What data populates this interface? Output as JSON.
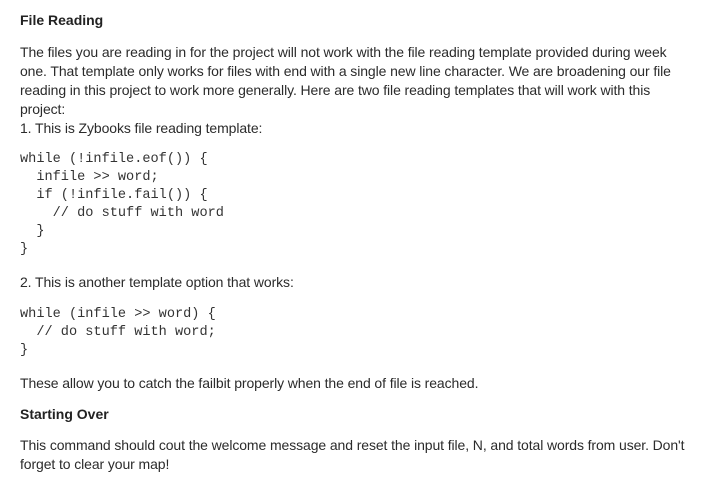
{
  "sections": [
    {
      "heading": "File Reading",
      "intro_lines": [
        "The files you are reading in for the project will not work with the file reading template provided during week",
        "one.  That template only works for files with end with a single new line character.  We are broadening our file",
        "reading in this project to work more generally.  Here are two file reading templates that will work with this",
        "project:",
        "1.  This is Zybooks file reading template:"
      ],
      "code1": "while (!infile.eof()) {\n  infile >> word;\n  if (!infile.fail()) {\n    // do stuff with word\n  }\n}",
      "option2": "2. This is another template option that works:",
      "code2": "while (infile >> word) {\n  // do stuff with word;\n}",
      "closing": "These allow you to catch the failbit properly when the end of file is reached."
    },
    {
      "heading": "Starting Over",
      "lines": [
        "This command should cout the welcome message and reset the input file, N, and total words from user.  Don't",
        "forget to clear your map!"
      ]
    }
  ]
}
